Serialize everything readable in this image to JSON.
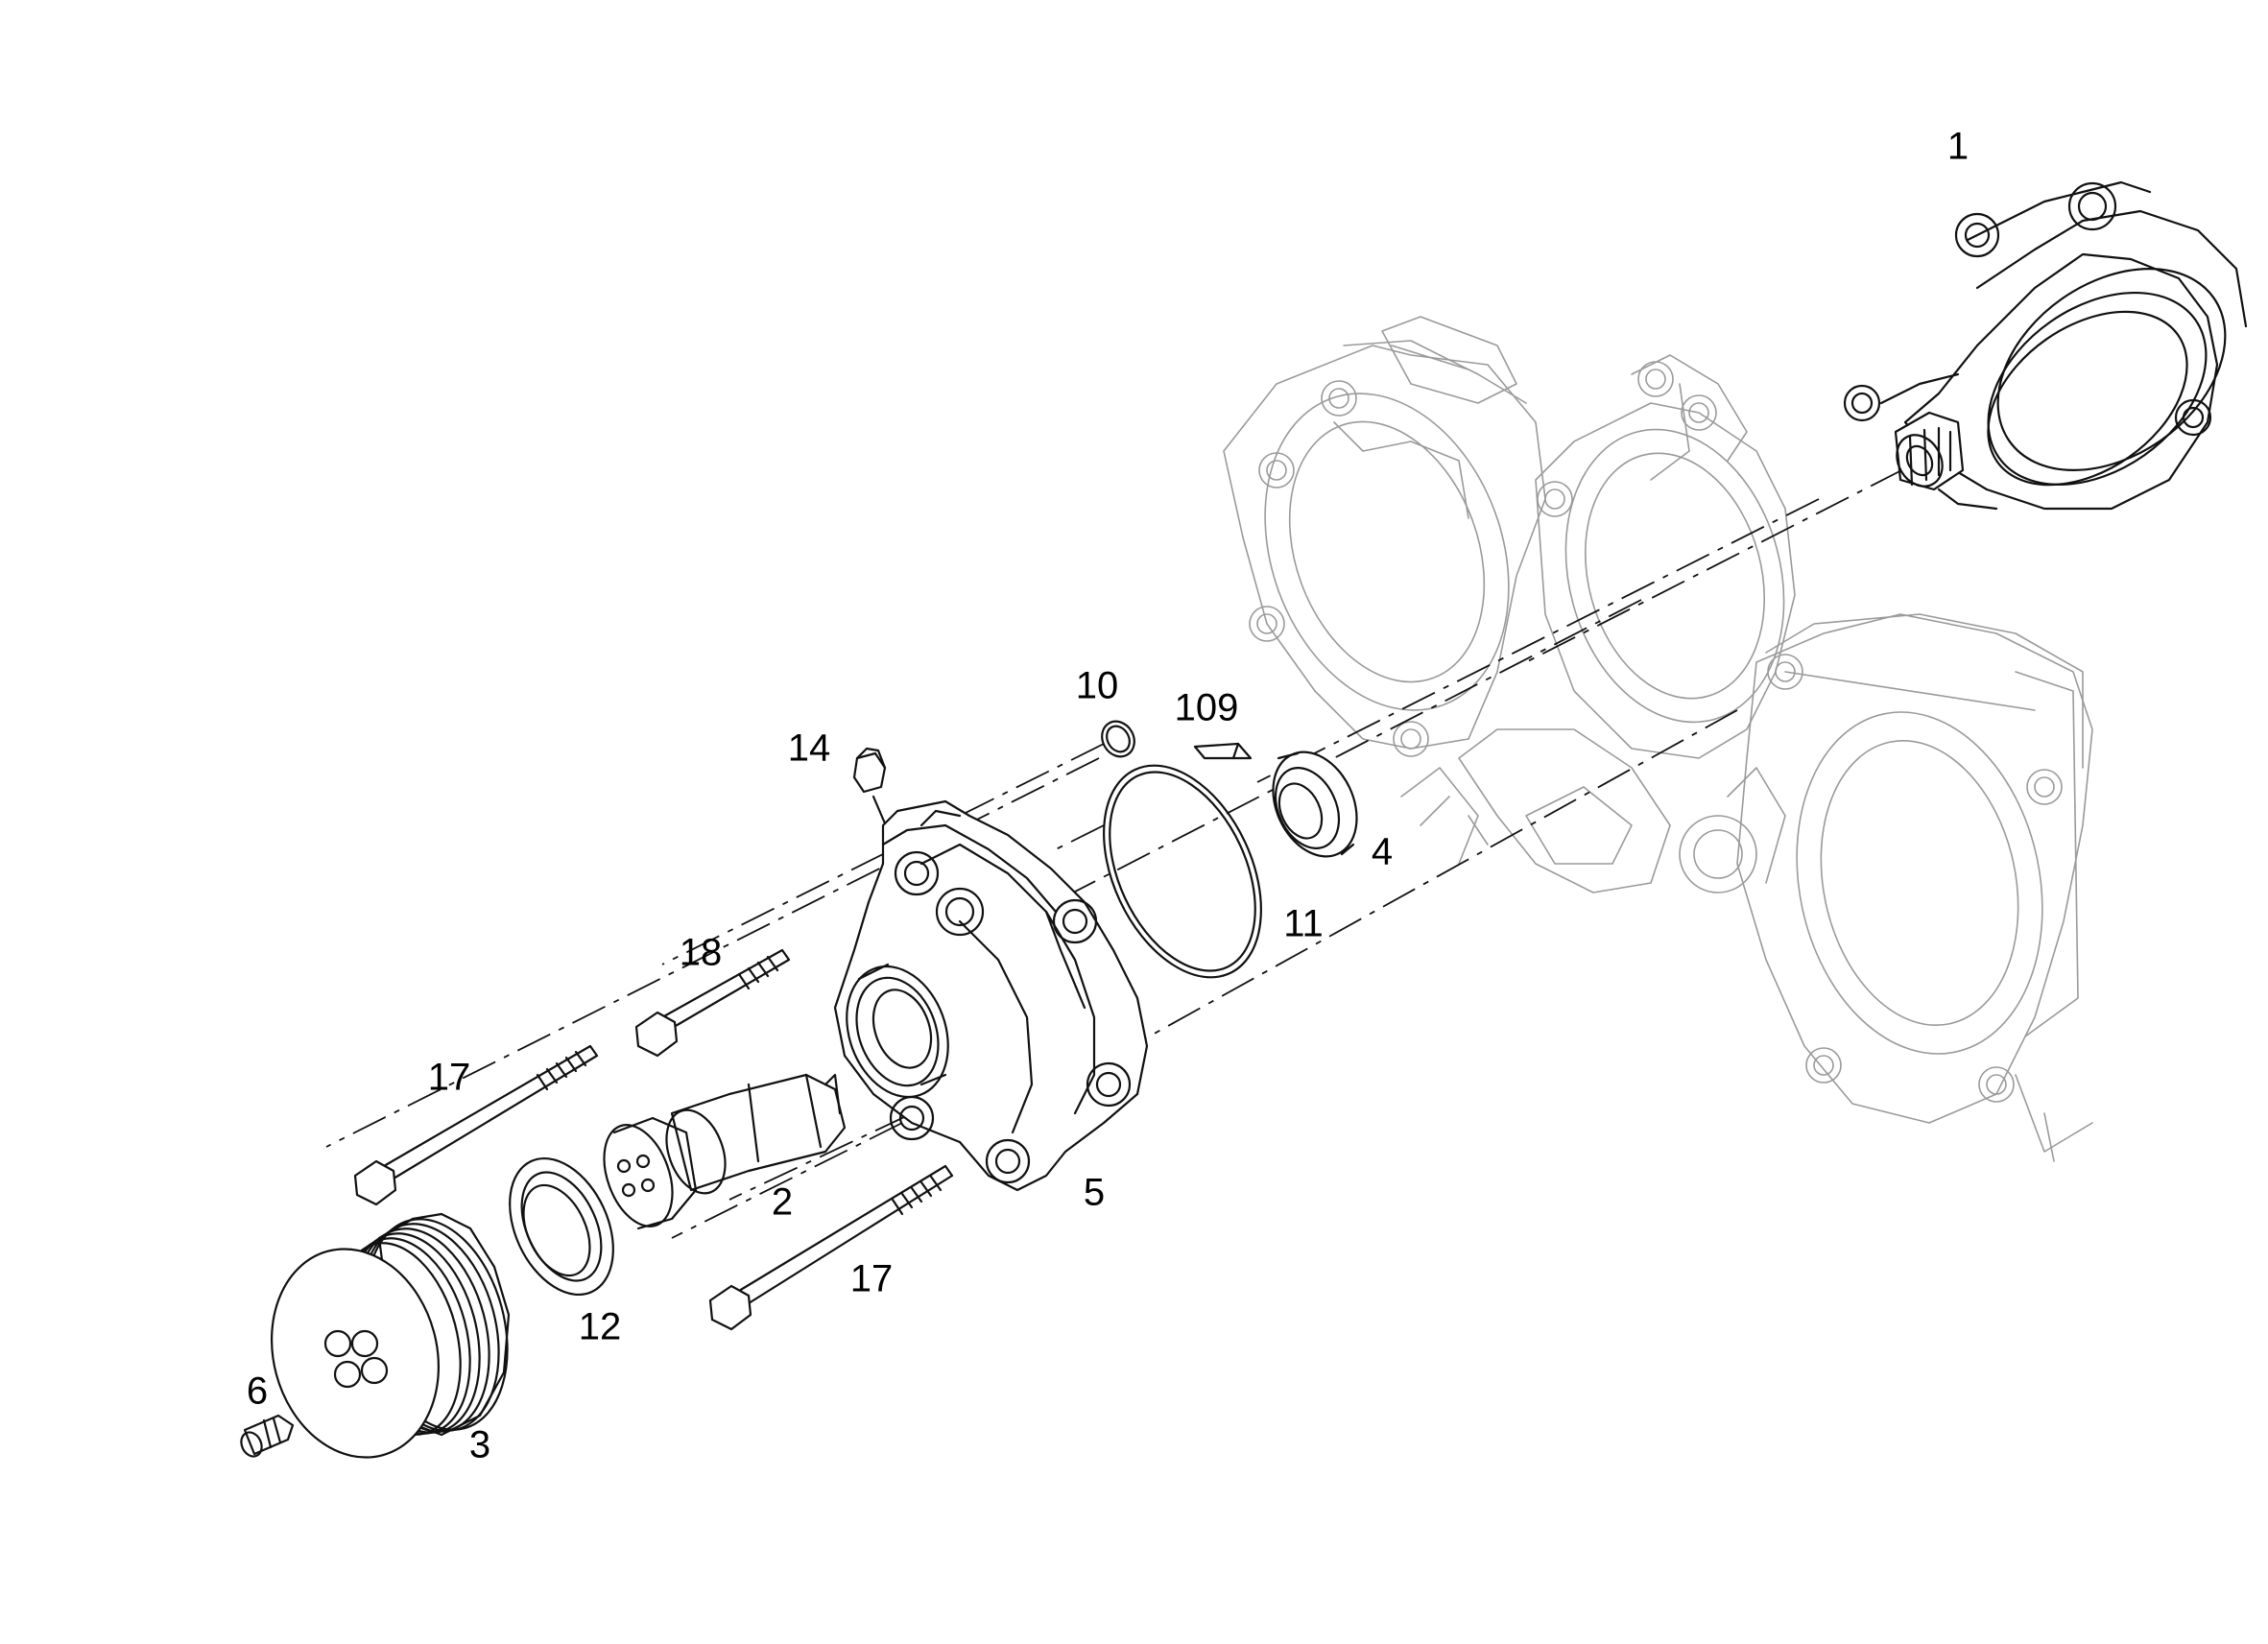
{
  "callouts": {
    "c1": "1",
    "c2": "2",
    "c3": "3",
    "c4": "4",
    "c5": "5",
    "c6": "6",
    "c10": "10",
    "c11": "11",
    "c12": "12",
    "c14": "14",
    "c17a": "17",
    "c17b": "17",
    "c18": "18",
    "c109": "109"
  },
  "colors": {
    "foreground_part": "#111111",
    "background_housing": "#9a9a9a",
    "background": "#ffffff"
  }
}
